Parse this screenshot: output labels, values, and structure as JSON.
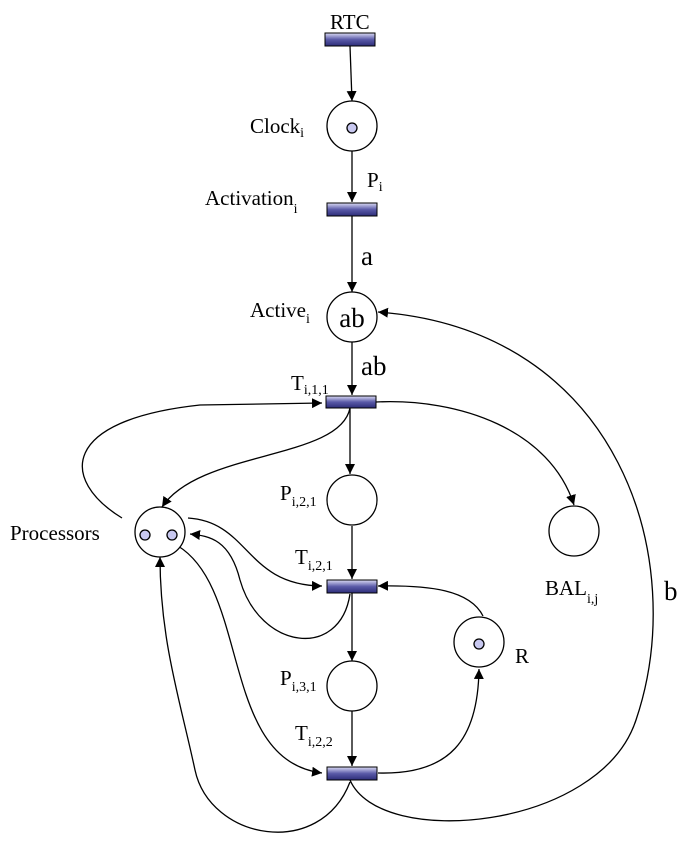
{
  "transitions": {
    "rtc": "RTC",
    "activation": {
      "base": "Activation",
      "sub": "i"
    },
    "t_i11": {
      "base": "T",
      "sub": "i,1,1"
    },
    "t_i21": {
      "base": "T",
      "sub": "i,2,1"
    },
    "t_i22": {
      "base": "T",
      "sub": "i,2,2"
    }
  },
  "places": {
    "clock": {
      "base": "Clock",
      "sub": "i",
      "tokens": 1
    },
    "active": {
      "base": "Active",
      "sub": "i",
      "marking": "ab"
    },
    "p_i21": {
      "base": "P",
      "sub": "i,2,1",
      "tokens": 0
    },
    "p_i31": {
      "base": "P",
      "sub": "i,3,1",
      "tokens": 0
    },
    "bal": {
      "base": "BAL",
      "sub": "i,j",
      "tokens": 0
    },
    "processors": {
      "base": "Processors",
      "tokens": 2
    },
    "r": {
      "base": "R",
      "tokens": 1
    }
  },
  "arc_labels": {
    "period": {
      "base": "P",
      "sub": "i"
    },
    "a": "a",
    "ab": "ab",
    "b": "b"
  },
  "colors": {
    "transition_dark": "#3a3a8c",
    "transition_light": "#dcdcf5",
    "token_fill": "#c8c8f0",
    "line": "#000000"
  }
}
